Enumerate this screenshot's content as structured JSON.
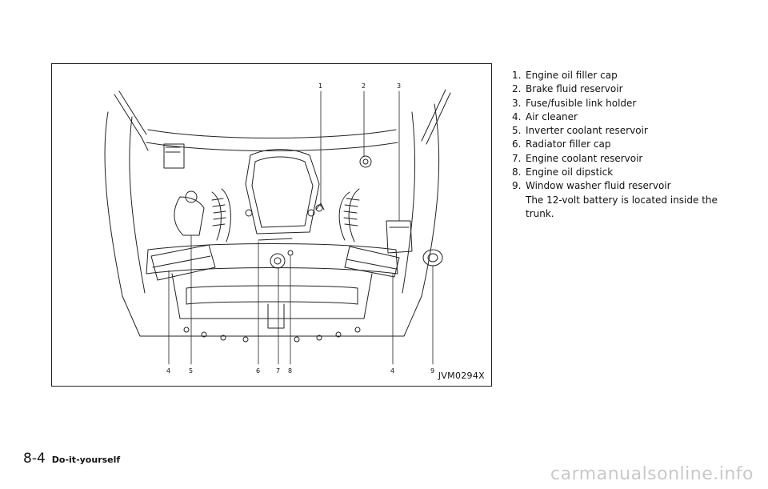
{
  "figure": {
    "id": "JVM0294X",
    "callouts_top": [
      "1",
      "2",
      "3"
    ],
    "callouts_bottom": [
      "4",
      "5",
      "6",
      "7",
      "8",
      "4",
      "9"
    ]
  },
  "legend": [
    {
      "num": "1.",
      "text": "Engine oil filler cap"
    },
    {
      "num": "2.",
      "text": "Brake fluid reservoir"
    },
    {
      "num": "3.",
      "text": "Fuse/fusible link holder"
    },
    {
      "num": "4.",
      "text": "Air cleaner"
    },
    {
      "num": "5.",
      "text": "Inverter coolant reservoir"
    },
    {
      "num": "6.",
      "text": "Radiator filler cap"
    },
    {
      "num": "7.",
      "text": "Engine coolant reservoir"
    },
    {
      "num": "8.",
      "text": "Engine oil dipstick"
    },
    {
      "num": "9.",
      "text": "Window washer fluid reservoir"
    }
  ],
  "legend_note_line1": "The 12-volt battery is located inside the",
  "legend_note_line2": "trunk.",
  "footer": {
    "page_number": "8-4",
    "section": "Do-it-yourself"
  },
  "watermark": "carmanualsonline.info"
}
